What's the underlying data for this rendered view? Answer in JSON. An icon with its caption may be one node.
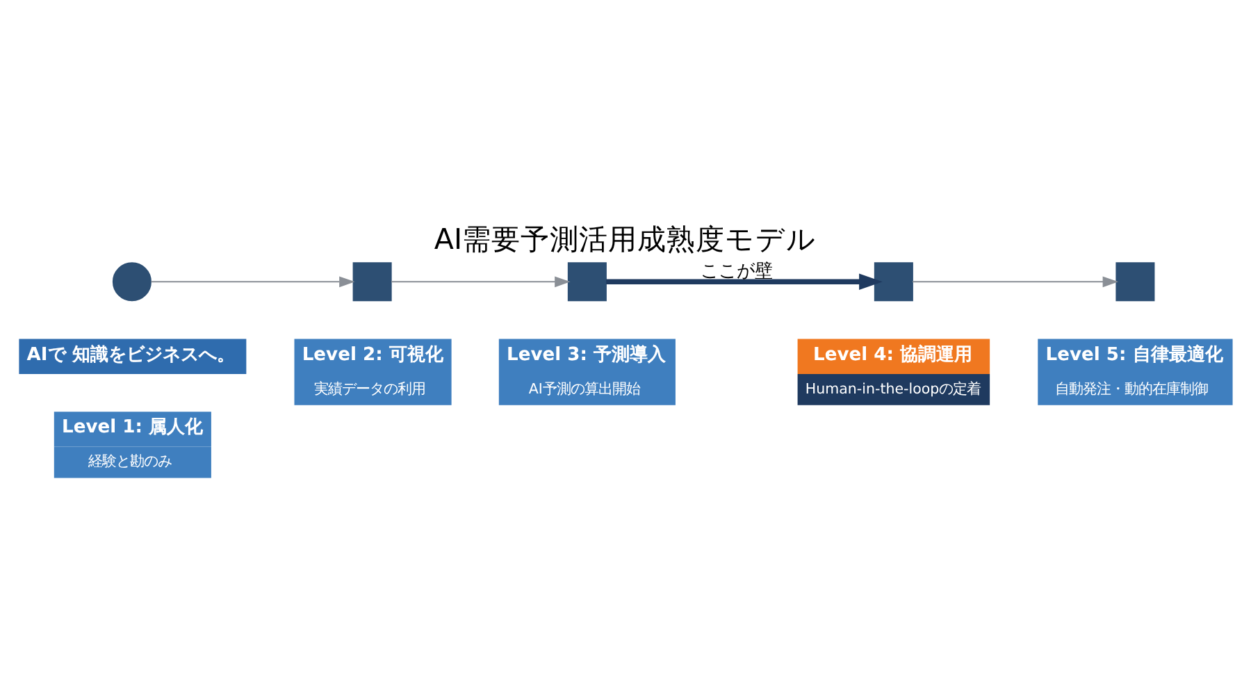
{
  "diagram": {
    "title": "AI需要予測活用成熟度モデル",
    "nodes": [
      {
        "text": [],
        "shape": "person"
      },
      {
        "text": [
          "Level 1: 属人化",
          "経験と勘のみ"
        ]
      },
      {
        "text": [],
        "shape": "box"
      },
      {
        "text": [
          "Level 2: 可視化",
          "実績データの利用"
        ]
      },
      {
        "text": [],
        "shape": "box"
      },
      {
        "text": [
          "Level 3: 予測導入",
          "AI予測の算出開始"
        ]
      },
      {
        "text": [],
        "shape": "box"
      },
      {
        "text": [
          "Level 4: 協調運用",
          "Human-in-the-loopの定着"
        ]
      },
      {
        "text": [],
        "shape": "box"
      },
      {
        "text": [
          "Level 5: 自律最適化",
          "自動発注・動的在庫制御"
        ]
      },
      {
        "text": [
          "AIで 知識をビジネスへ。"
        ]
      }
    ],
    "edges": [
      {
        "from": 0,
        "to": 2,
        "arrow": "to"
      },
      {
        "from": 2,
        "to": 4,
        "arrow": "to"
      },
      {
        "from": 4,
        "to": 6,
        "arrow": "to",
        "label": "ここが壁",
        "style": "thick",
        "color": "#1f3a5f"
      },
      {
        "from": 6,
        "to": 8,
        "arrow": "to"
      }
    ]
  }
}
